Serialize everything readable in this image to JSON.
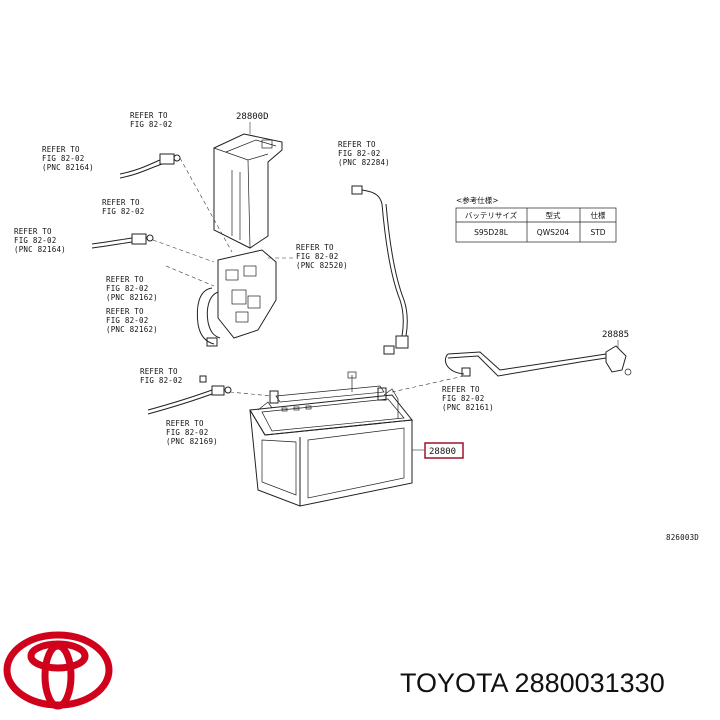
{
  "refs": {
    "r1": [
      "REFER TO",
      "FIG 82-02"
    ],
    "r2": [
      "REFER TO",
      "FIG 82-02",
      "(PNC 82164)"
    ],
    "r3": [
      "REFER TO",
      "FIG 82-02"
    ],
    "r4": [
      "REFER TO",
      "FIG 82-02",
      "(PNC 82164)"
    ],
    "r5": [
      "REFER TO",
      "FIG 82-02",
      "(PNC 82162)"
    ],
    "r6": [
      "REFER TO",
      "FIG 82-02",
      "(PNC 82162)"
    ],
    "r7": [
      "REFER TO",
      "FIG 82-02"
    ],
    "r8": [
      "REFER TO",
      "FIG 82-02",
      "(PNC 82169)"
    ],
    "r9": [
      "REFER TO",
      "FIG 82-02",
      "(PNC 82284)"
    ],
    "r10": [
      "REFER TO",
      "FIG 82-02",
      "(PNC 82520)"
    ],
    "r11": [
      "REFER TO",
      "FIG 82-02",
      "(PNC 82161)"
    ]
  },
  "part_numbers": {
    "cover": "28800D",
    "cable": "28885",
    "battery": "28800"
  },
  "spec_table": {
    "caption": "<参考仕様>",
    "headers": [
      "バッテリサイズ",
      "型式",
      "仕様"
    ],
    "row": [
      "S95D28L",
      "QWS204",
      "STD"
    ]
  },
  "figure_code": "826003D",
  "footer": {
    "brand": "TOYOTA",
    "part_number": "2880031330"
  },
  "colors": {
    "highlight": "#a0122a",
    "logo": "#d0021b"
  }
}
